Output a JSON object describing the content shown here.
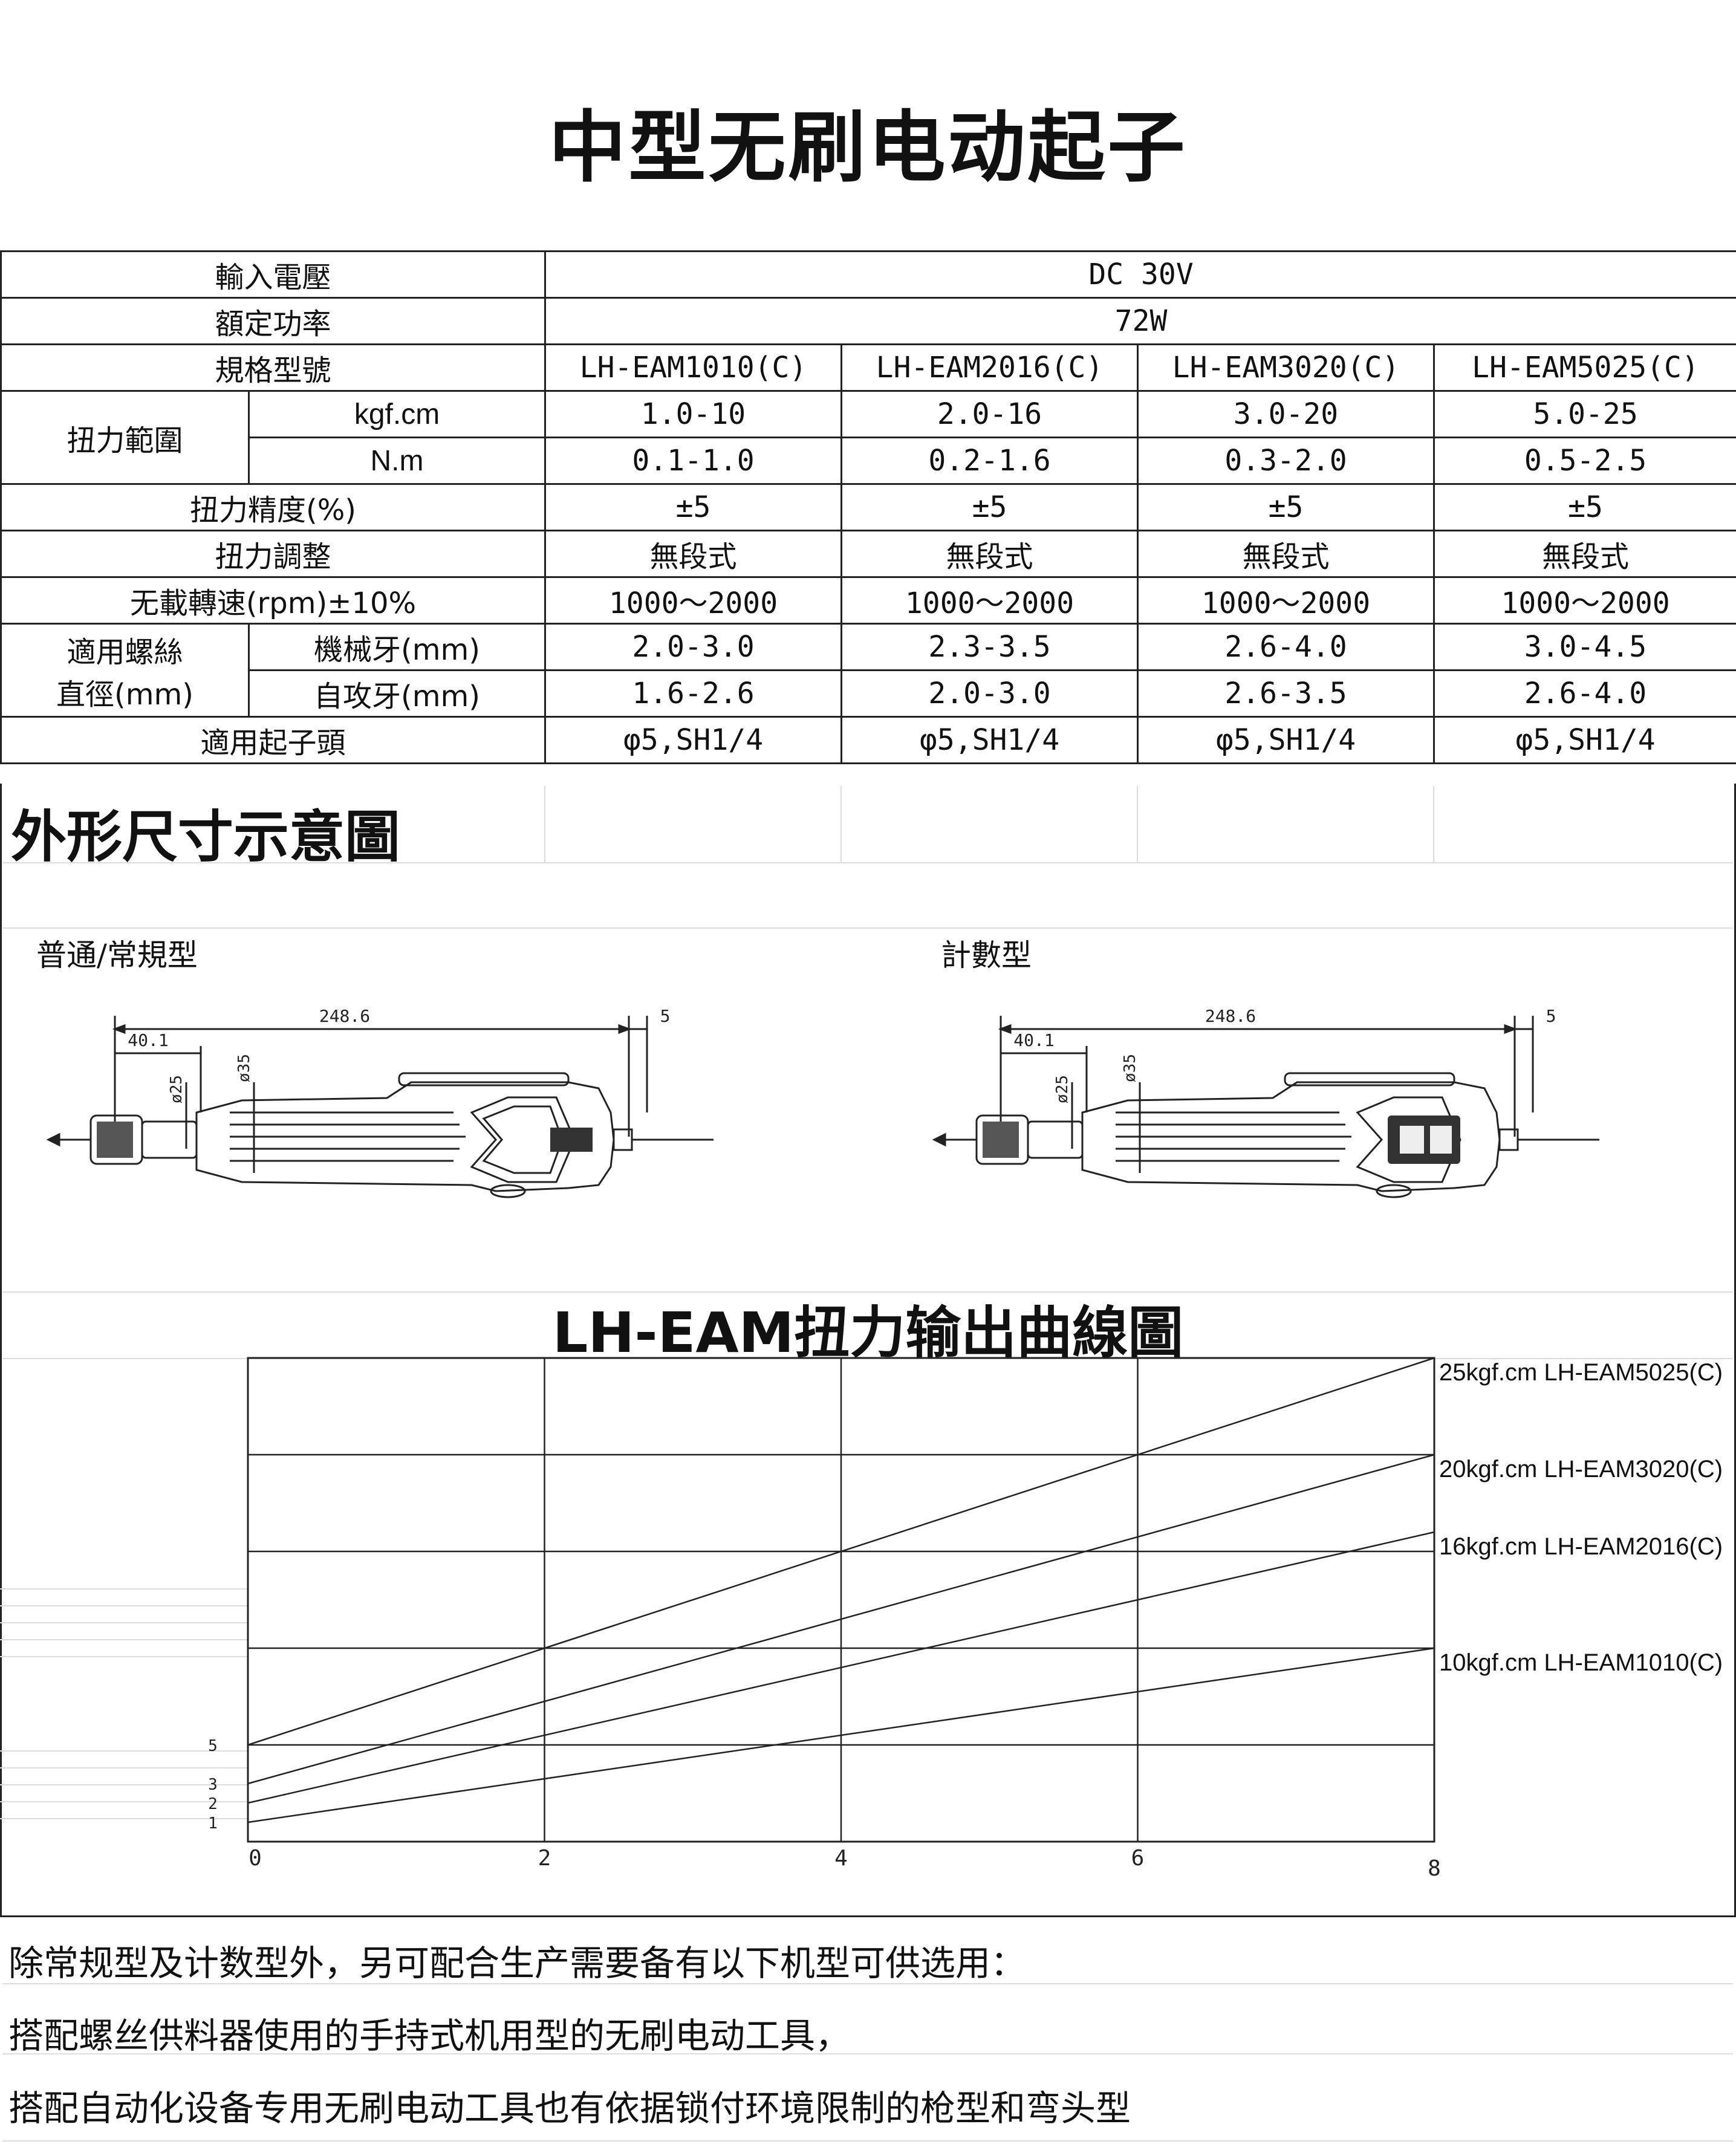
{
  "title": "中型无刷电动起子",
  "specs": {
    "voltage": {
      "label": "輸入電壓",
      "value": "DC 30V"
    },
    "power": {
      "label": "額定功率",
      "value": "72W"
    },
    "model": {
      "label": "規格型號",
      "values": [
        "LH-EAM1010(C)",
        "LH-EAM2016(C)",
        "LH-EAM3020(C)",
        "LH-EAM5025(C)"
      ]
    },
    "torque_range": {
      "label": "扭力範圍",
      "kgf": {
        "unit": "kgf.cm",
        "values": [
          "1.0-10",
          "2.0-16",
          "3.0-20",
          "5.0-25"
        ]
      },
      "nm": {
        "unit": "N.m",
        "values": [
          "0.1-1.0",
          "0.2-1.6",
          "0.3-2.0",
          "0.5-2.5"
        ]
      }
    },
    "accuracy": {
      "label": "扭力精度(%)",
      "values": [
        "±5",
        "±5",
        "±5",
        "±5"
      ]
    },
    "adjust": {
      "label": "扭力調整",
      "values": [
        "無段式",
        "無段式",
        "無段式",
        "無段式"
      ]
    },
    "speed": {
      "label": "无載轉速(rpm)±10%",
      "values": [
        "1000～2000",
        "1000～2000",
        "1000～2000",
        "1000～2000"
      ]
    },
    "screw": {
      "label_line1": "適用螺絲",
      "label_line2": "直徑(mm)",
      "machine": {
        "label": "機械牙(mm)",
        "values": [
          "2.0-3.0",
          "2.3-3.5",
          "2.6-4.0",
          "3.0-4.5"
        ]
      },
      "tapping": {
        "label": "自攻牙(mm)",
        "values": [
          "1.6-2.6",
          "2.0-3.0",
          "2.6-3.5",
          "2.6-4.0"
        ]
      }
    },
    "bit": {
      "label": "適用起子頭",
      "values": [
        "φ5,SH1/4",
        "φ5,SH1/4",
        "φ5,SH1/4",
        "φ5,SH1/4"
      ]
    }
  },
  "dimensions": {
    "section_title": "外形尺寸示意圖",
    "normal_label": "普通/常規型",
    "counter_label": "計數型",
    "total_length": "248.6",
    "front_length": "40.1",
    "tail": "5",
    "diameter_front": "ø25",
    "diameter_body": "ø35"
  },
  "chart_title": "LH-EAM扭力输出曲線圖",
  "chart_data": {
    "type": "line",
    "title": "LH-EAM扭力输出曲線圖",
    "x_ticks": [
      "0",
      "2",
      "4",
      "6",
      "8"
    ],
    "y_ticks": [
      "1",
      "2",
      "3",
      "5"
    ],
    "xlim": [
      0,
      8
    ],
    "ylim": [
      0,
      25
    ],
    "grid": true,
    "series": [
      {
        "name": "25kgf.cm  LH-EAM5025(C)",
        "x": [
          0,
          8
        ],
        "y": [
          5,
          25
        ]
      },
      {
        "name": "20kgf.cm  LH-EAM3020(C)",
        "x": [
          0,
          8
        ],
        "y": [
          3,
          20
        ]
      },
      {
        "name": "16kgf.cm  LH-EAM2016(C)",
        "x": [
          0,
          8
        ],
        "y": [
          2,
          16
        ]
      },
      {
        "name": "10kgf.cm  LH-EAM1010(C)",
        "x": [
          0,
          8
        ],
        "y": [
          1,
          10
        ]
      }
    ]
  },
  "notes": [
    "除常规型及计数型外，另可配合生产需要备有以下机型可供选用：",
    "搭配螺丝供料器使用的手持式机用型的无刷电动工具，",
    "搭配自动化设备专用无刷电动工具也有依据锁付环境限制的枪型和弯头型"
  ]
}
